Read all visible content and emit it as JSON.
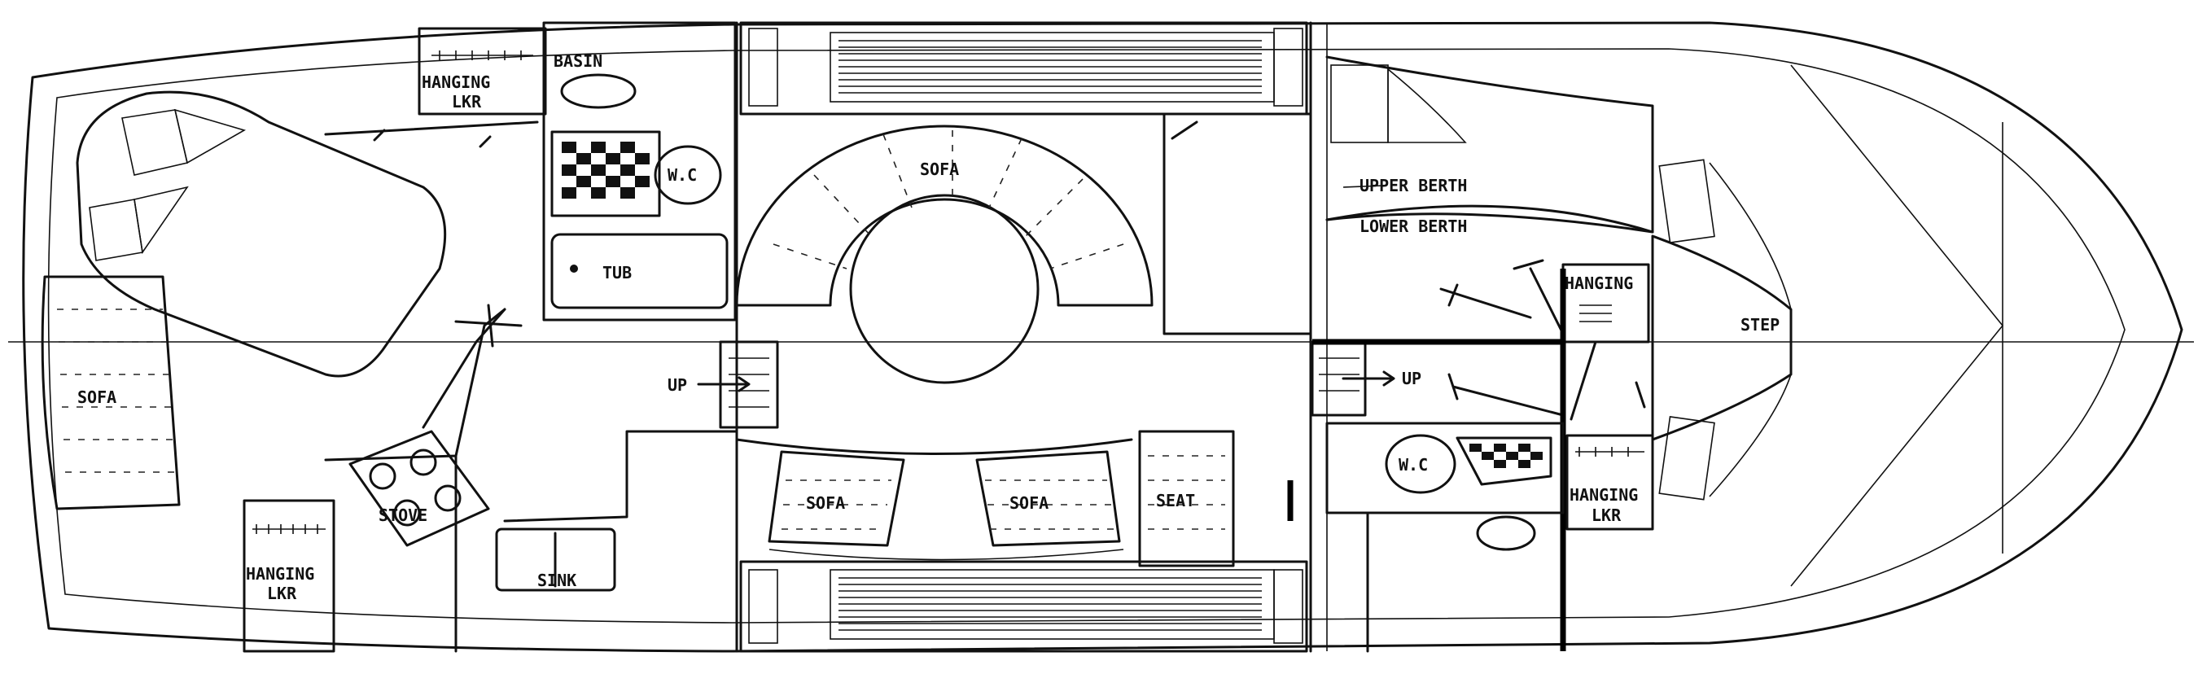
{
  "labels": {
    "sofa_aft": "SOFA",
    "sofa_salon": "SOFA",
    "sofa_dinette_left": "SOFA",
    "sofa_dinette_right": "SOFA",
    "seat": "SEAT",
    "basin": "BASIN",
    "hanging_locker_top_1": "HANGING",
    "hanging_locker_top_2": "LKR",
    "wc_aft": "W.C",
    "tub": "TUB",
    "up_aft": "UP",
    "up_fwd": "UP",
    "stove": "STOVE",
    "sink": "SINK",
    "hanging_locker_bottom_1": "HANGING",
    "hanging_locker_bottom_2": "LKR",
    "upper_berth": "UPPER BERTH",
    "lower_berth": "LOWER BERTH",
    "hanging_fwd": "HANGING",
    "step": "STEP",
    "wc_fwd": "W.C",
    "hanging_locker_fwd_1": "HANGING",
    "hanging_locker_fwd_2": "LKR"
  }
}
